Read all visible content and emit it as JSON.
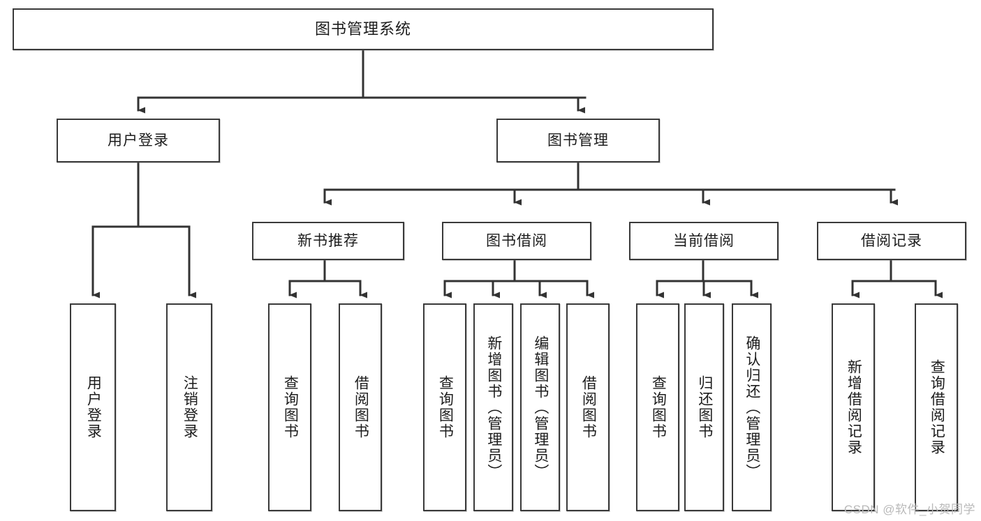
{
  "diagram": {
    "title": "图书管理系统",
    "type": "tree",
    "watermark": "CSDN @软件_小贺同学",
    "colors": {
      "box_border": "#3a3a3a",
      "box_fill": "#ffffff",
      "connector": "#333333",
      "text": "#1c1c1c",
      "watermark": "#b9b9b9"
    },
    "nodes": {
      "root": {
        "label": "图书管理系统"
      },
      "level2": [
        {
          "id": "user-login",
          "label": "用户登录"
        },
        {
          "id": "book-manage",
          "label": "图书管理"
        }
      ],
      "level3": [
        {
          "id": "new-book-recommend",
          "label": "新书推荐"
        },
        {
          "id": "book-borrow",
          "label": "图书借阅"
        },
        {
          "id": "current-borrow",
          "label": "当前借阅"
        },
        {
          "id": "borrow-record",
          "label": "借阅记录"
        }
      ],
      "leaves": {
        "user-login": [
          {
            "id": "leaf-user-login",
            "label": "用户登录"
          },
          {
            "id": "leaf-logout-login",
            "label": "注销登录"
          }
        ],
        "new-book-recommend": [
          {
            "id": "leaf-query-book-1",
            "label": "查询图书"
          },
          {
            "id": "leaf-borrow-book-1",
            "label": "借阅图书"
          }
        ],
        "book-borrow": [
          {
            "id": "leaf-query-book-2",
            "label": "查询图书"
          },
          {
            "id": "leaf-add-book",
            "label": "新增图书（管理员）"
          },
          {
            "id": "leaf-edit-book",
            "label": "编辑图书（管理员）"
          },
          {
            "id": "leaf-borrow-book-2",
            "label": "借阅图书"
          }
        ],
        "current-borrow": [
          {
            "id": "leaf-query-book-3",
            "label": "查询图书"
          },
          {
            "id": "leaf-return-book",
            "label": "归还图书"
          },
          {
            "id": "leaf-confirm-return",
            "label": "确认归还（管理员）"
          }
        ],
        "borrow-record": [
          {
            "id": "leaf-add-record",
            "label": "新增借阅记录"
          },
          {
            "id": "leaf-query-record",
            "label": "查询借阅记录"
          }
        ]
      }
    }
  }
}
